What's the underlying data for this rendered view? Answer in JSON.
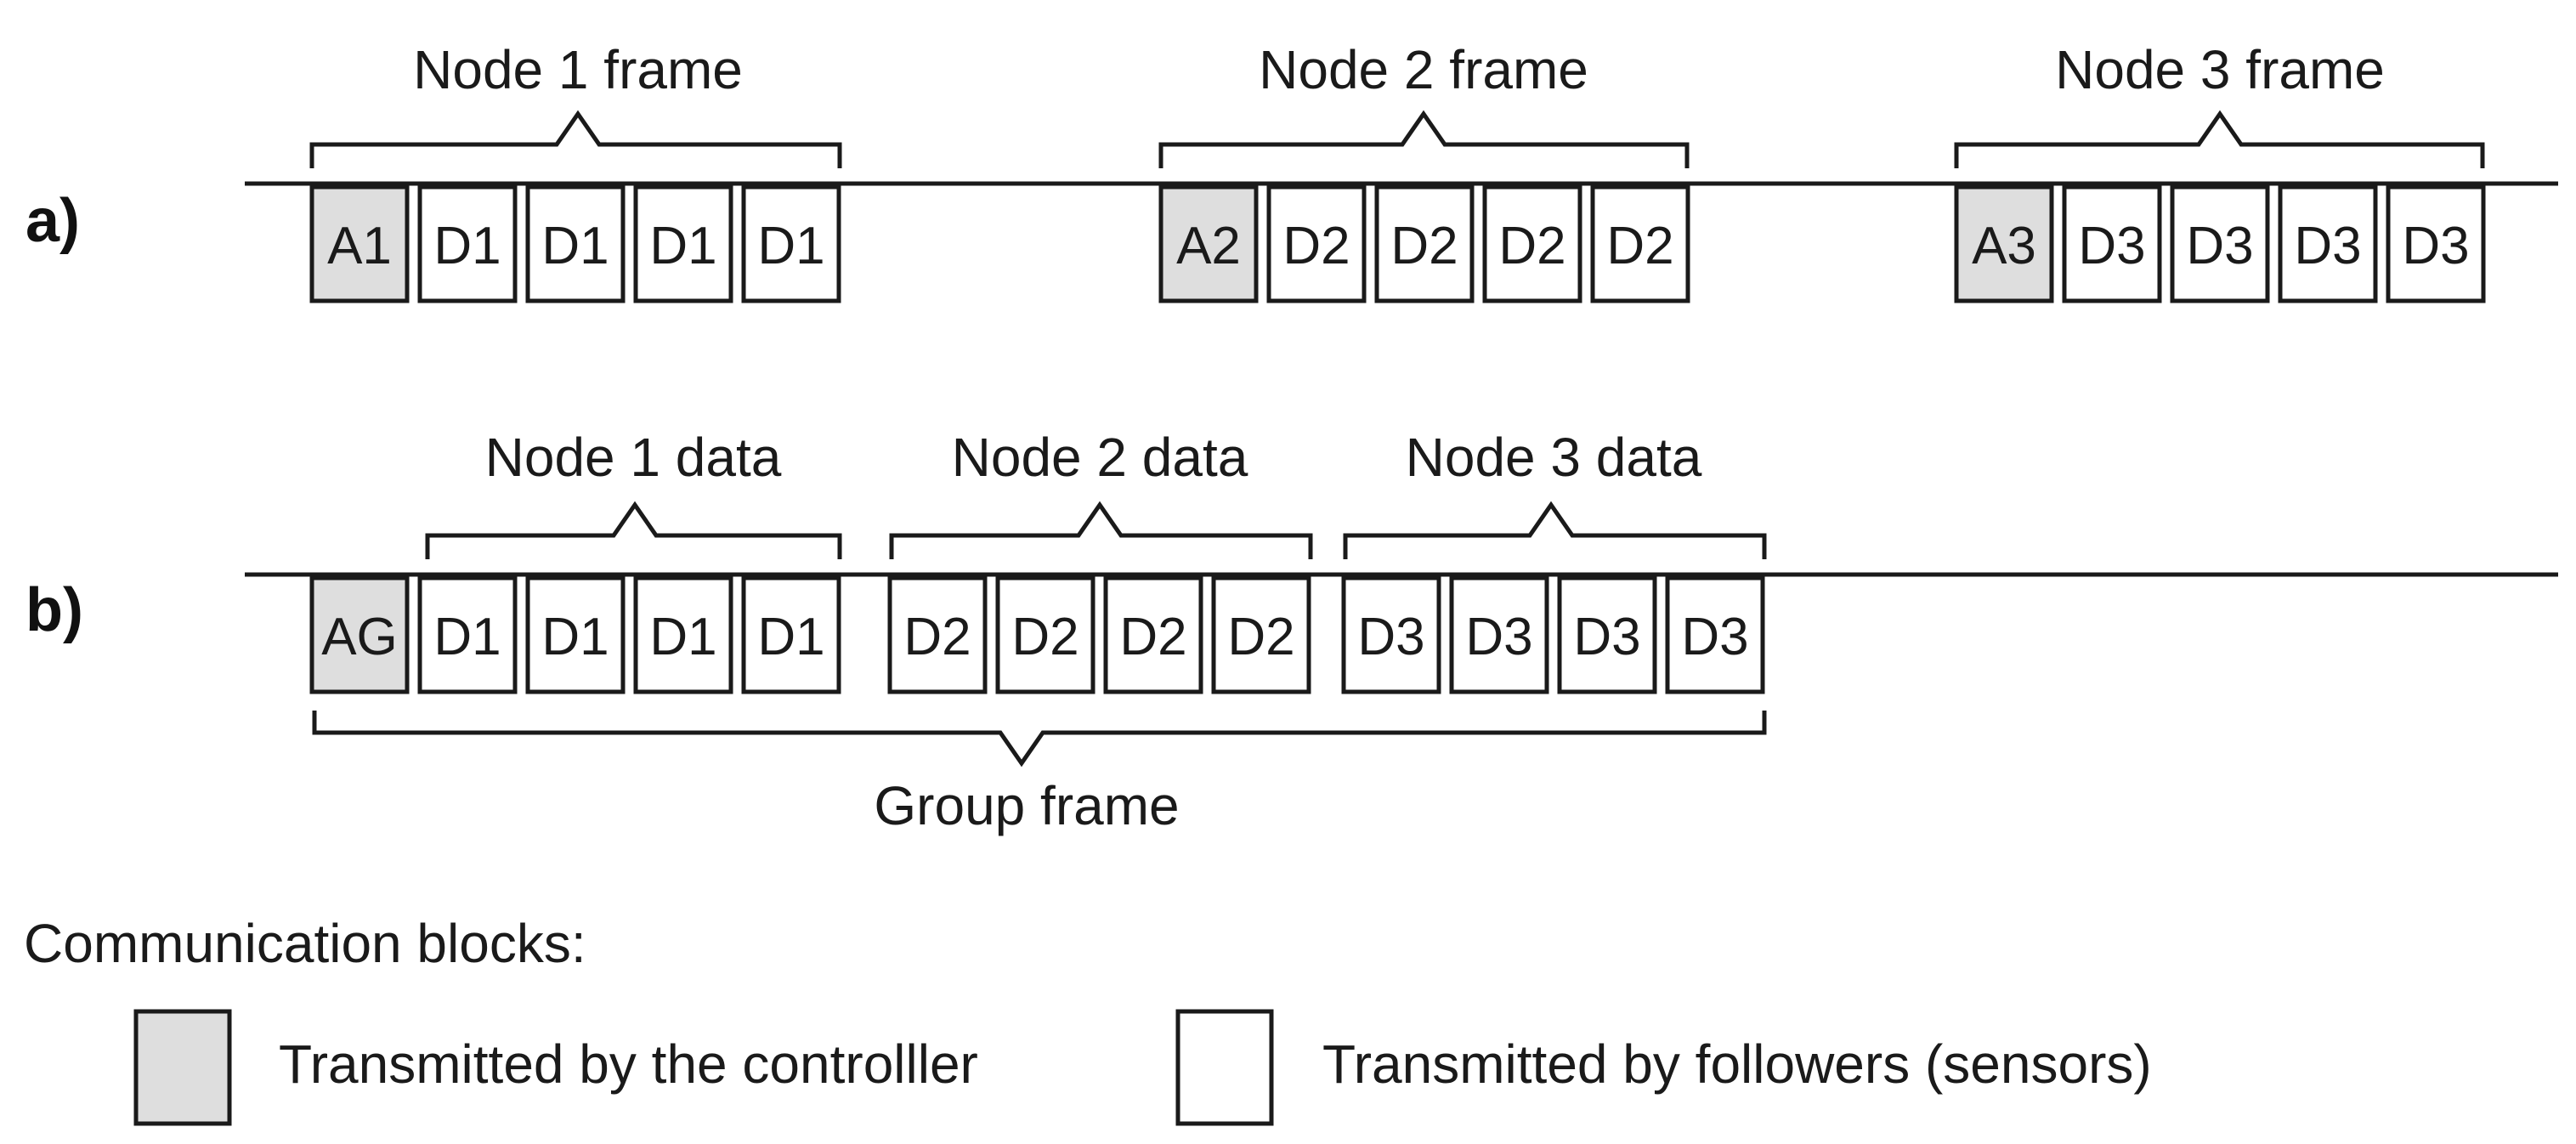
{
  "rows": {
    "a": {
      "label": "a)",
      "groups": [
        {
          "label": "Node 1 frame",
          "blocks": [
            {
              "text": "A1",
              "controller": true
            },
            {
              "text": "D1",
              "controller": false
            },
            {
              "text": "D1",
              "controller": false
            },
            {
              "text": "D1",
              "controller": false
            },
            {
              "text": "D1",
              "controller": false
            }
          ]
        },
        {
          "label": "Node 2 frame",
          "blocks": [
            {
              "text": "A2",
              "controller": true
            },
            {
              "text": "D2",
              "controller": false
            },
            {
              "text": "D2",
              "controller": false
            },
            {
              "text": "D2",
              "controller": false
            },
            {
              "text": "D2",
              "controller": false
            }
          ]
        },
        {
          "label": "Node 3 frame",
          "blocks": [
            {
              "text": "A3",
              "controller": true
            },
            {
              "text": "D3",
              "controller": false
            },
            {
              "text": "D3",
              "controller": false
            },
            {
              "text": "D3",
              "controller": false
            },
            {
              "text": "D3",
              "controller": false
            }
          ]
        }
      ]
    },
    "b": {
      "label": "b)",
      "lead_block": {
        "text": "AG",
        "controller": true
      },
      "groups": [
        {
          "label": "Node 1 data",
          "blocks": [
            {
              "text": "D1",
              "controller": false
            },
            {
              "text": "D1",
              "controller": false
            },
            {
              "text": "D1",
              "controller": false
            },
            {
              "text": "D1",
              "controller": false
            }
          ]
        },
        {
          "label": "Node 2 data",
          "blocks": [
            {
              "text": "D2",
              "controller": false
            },
            {
              "text": "D2",
              "controller": false
            },
            {
              "text": "D2",
              "controller": false
            },
            {
              "text": "D2",
              "controller": false
            }
          ]
        },
        {
          "label": "Node 3 data",
          "blocks": [
            {
              "text": "D3",
              "controller": false
            },
            {
              "text": "D3",
              "controller": false
            },
            {
              "text": "D3",
              "controller": false
            },
            {
              "text": "D3",
              "controller": false
            }
          ]
        }
      ],
      "group_frame_label": "Group frame"
    }
  },
  "legend": {
    "title": "Communication blocks:",
    "items": [
      {
        "label": "Transmitted by the controlller",
        "controller": true
      },
      {
        "label": "Transmitted by followers (sensors)",
        "controller": false
      }
    ]
  },
  "colors": {
    "controller_fill": "#dedede",
    "follower_fill": "#ffffff",
    "stroke": "#1a1a1a"
  }
}
